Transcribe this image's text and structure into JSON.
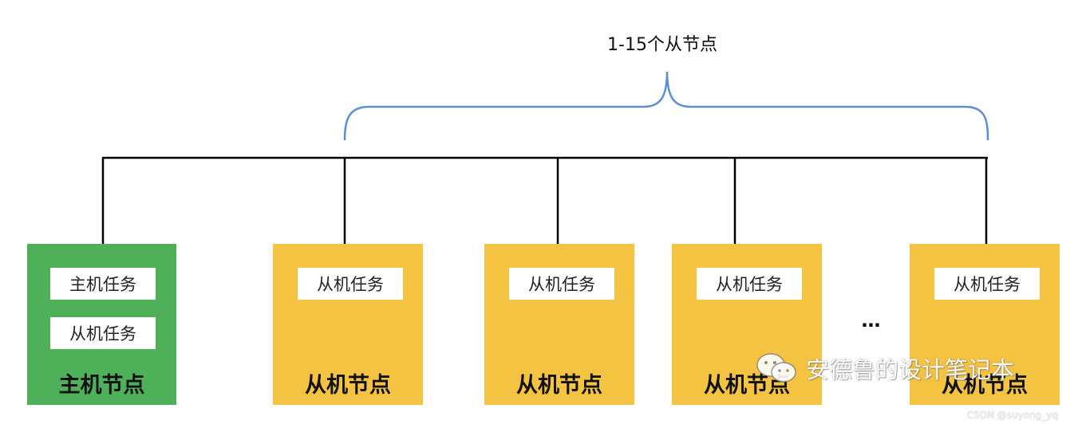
{
  "brace": {
    "label": "1-15个从节点",
    "color": "#5b8ed6"
  },
  "nodes": [
    {
      "kind": "master",
      "title": "主机节点",
      "tasks": [
        "主机任务",
        "从机任务"
      ],
      "color": "#4fb05a"
    },
    {
      "kind": "slave",
      "title": "从机节点",
      "tasks": [
        "从机任务"
      ],
      "color": "#f5c342"
    },
    {
      "kind": "slave",
      "title": "从机节点",
      "tasks": [
        "从机任务"
      ],
      "color": "#f5c342"
    },
    {
      "kind": "slave",
      "title": "从机节点",
      "tasks": [
        "从机任务"
      ],
      "color": "#f5c342"
    },
    {
      "kind": "slave",
      "title": "从机节点",
      "tasks": [
        "从机任务"
      ],
      "color": "#f5c342"
    }
  ],
  "ellipsis": "…",
  "watermark": {
    "icon": "wechat-icon",
    "text": "安德鲁的设计笔记本"
  },
  "credit": "CSDN @suyong_yq"
}
